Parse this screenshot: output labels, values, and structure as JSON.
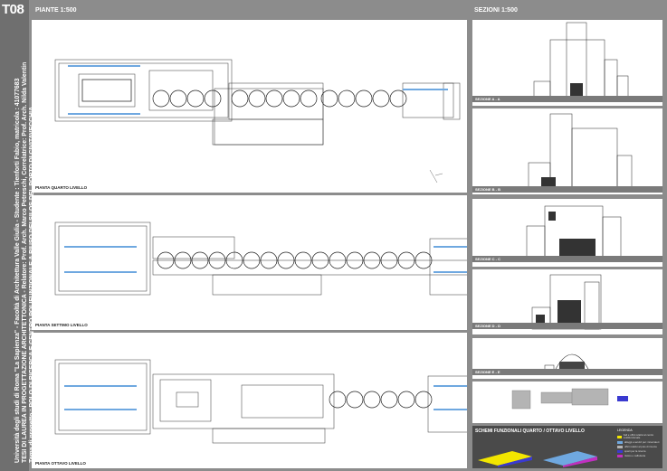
{
  "sheet": {
    "code": "T08"
  },
  "credits": {
    "line1": "Università degli studi di Roma \"La Sapienza\" - Facoltà di Architettura Valle Giulia - Studente : Tienforti Fabio, matricola : 41077683",
    "line2": "TESI DI LAUREA IN PROGETTAZIONE ARCHITETTONICA - Relatore: Prof. Arch. Marco Petreschi, Correlatrice: Prof. Arch. Nilda Valentin",
    "line3": "Tema di progetto : POLO DI RICERCA E CENTRO POLIFUNZIONALE A RIUSO DEI SILOS DEL PORTO DI CIVITAVECCHIA"
  },
  "headers": {
    "plans": "PIANTE 1:500",
    "sections": "SEZIONI 1:500"
  },
  "plans": [
    {
      "label": "PIANTA QUARTO LIVELLO"
    },
    {
      "label": "PIANTA SETTIMO LIVELLO"
    },
    {
      "label": "PIANTA OTTAVO LIVELLO"
    }
  ],
  "sections": [
    {
      "label": "SEZIONE A - A"
    },
    {
      "label": "SEZIONE B - B"
    },
    {
      "label": "SEZIONE C - C"
    },
    {
      "label": "SEZIONE D - D"
    },
    {
      "label": "SEZIONE E - E"
    }
  ],
  "schemes": {
    "title": "SCHEMI FUNZIONALI QUARTO / OTTAVO LIVELLO",
    "legend_title": "LEGENDA",
    "legend": [
      {
        "color": "#f2e600",
        "text": "hall e uffici relativi al centro multifunzionale"
      },
      {
        "color": "#6fa8e0",
        "text": "alloggi e servizi per i ricercatori"
      },
      {
        "color": "#b4b4b4",
        "text": "uffici relativi al polo di ricerca"
      },
      {
        "color": "#3a3ad0",
        "text": "spazi per la ricerca"
      },
      {
        "color": "#c030c0",
        "text": "ristoro e caffetteria"
      }
    ]
  }
}
